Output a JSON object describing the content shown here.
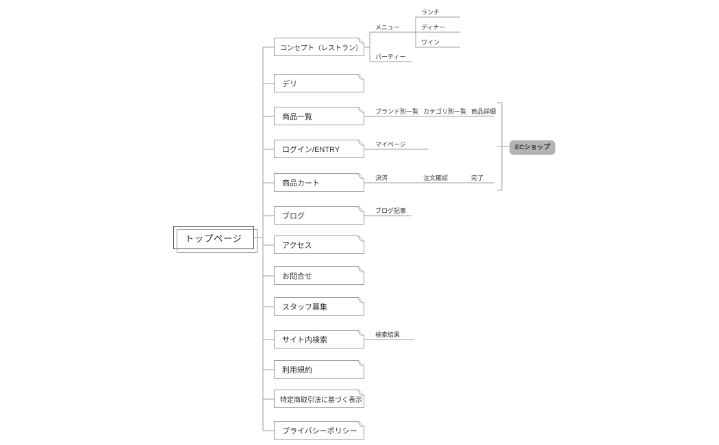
{
  "root": {
    "label": "トップページ"
  },
  "nodes": [
    {
      "label": "コンセプト（レストラン）",
      "children": [
        {
          "label": "メニュー",
          "children": [
            {
              "label": "ランチ"
            },
            {
              "label": "ディナー"
            },
            {
              "label": "ワイン"
            }
          ]
        },
        {
          "label": "パーティー"
        }
      ]
    },
    {
      "label": "デリ"
    },
    {
      "label": "商品一覧",
      "chain": [
        "ブランド別一覧",
        "カテゴリ別一覧",
        "商品詳細"
      ]
    },
    {
      "label": "ログイン/ENTRY",
      "chain": [
        "マイページ"
      ]
    },
    {
      "label": "商品カート",
      "chain": [
        "決済",
        "注文確認",
        "完了"
      ]
    },
    {
      "label": "ブログ",
      "chain": [
        "ブログ記事"
      ]
    },
    {
      "label": "アクセス"
    },
    {
      "label": "お問合せ"
    },
    {
      "label": "スタッフ募集"
    },
    {
      "label": "サイト内検索",
      "chain": [
        "検索結果"
      ]
    },
    {
      "label": "利用規約"
    },
    {
      "label": "特定商取引法に基づく表示"
    },
    {
      "label": "プライバシーポリシー"
    }
  ],
  "group_badge": {
    "label": "ECショップ",
    "bg": "#b3b3b3",
    "text_color": "#2f2f2f"
  },
  "colors": {
    "line": "#9b9b9b",
    "node_border": "#9b9b9b",
    "root_border": "#4d4d4d",
    "text": "#2b2b2b"
  }
}
